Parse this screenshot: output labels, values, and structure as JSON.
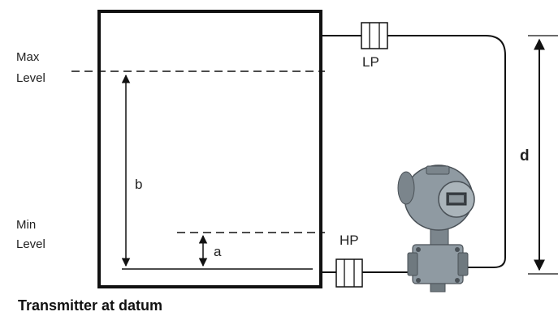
{
  "labels": {
    "max_level_line1": "Max",
    "max_level_line2": "Level",
    "min_level_line1": "Min",
    "min_level_line2": "Level",
    "dim_b": "b",
    "dim_a": "a",
    "dim_d": "d",
    "low_pressure": "LP",
    "high_pressure": "HP",
    "caption": "Transmitter at datum"
  },
  "colors": {
    "line": "#111111",
    "transmitter_body": "#8f9aa2",
    "transmitter_dark": "#5d666d",
    "display_face": "#3c4247"
  }
}
